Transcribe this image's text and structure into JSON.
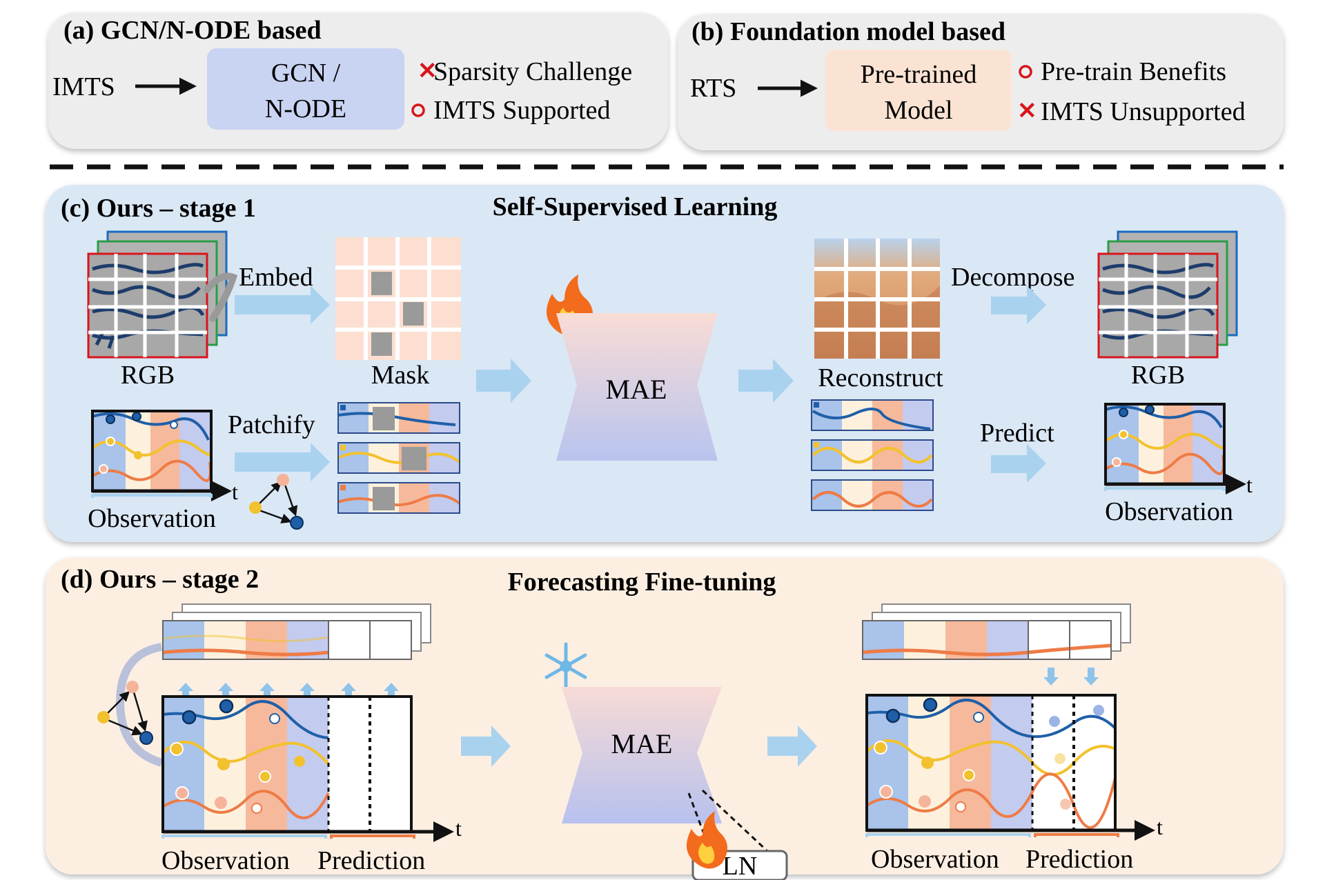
{
  "panel_a": {
    "title": "(a) GCN/N-ODE based",
    "input": "IMTS",
    "model_line1": "GCN /",
    "model_line2": "N-ODE",
    "point1": "Sparsity Challenge",
    "point2": "IMTS Supported"
  },
  "panel_b": {
    "title": "(b) Foundation model based",
    "input": "RTS",
    "model_line1": "Pre-trained",
    "model_line2": "Model",
    "point1": "Pre-train Benefits",
    "point2": "IMTS Unsupported"
  },
  "panel_c": {
    "title": "(c) Ours – stage 1",
    "heading": "Self-Supervised Learning",
    "rgb_in": "RGB",
    "embed": "Embed",
    "mask": "Mask",
    "mae": "MAE",
    "reconstruct": "Reconstruct",
    "decompose": "Decompose",
    "rgb_out": "RGB",
    "patchify": "Patchify",
    "predict": "Predict",
    "t_in": "t",
    "t_out": "t",
    "observation_in": "Observation",
    "observation_out": "Observation"
  },
  "panel_d": {
    "title": "(d) Ours – stage 2",
    "heading": "Forecasting Fine-tuning",
    "mae": "MAE",
    "ln": "LN",
    "t_in": "t",
    "t_out": "t",
    "observation_in": "Observation",
    "prediction_in": "Prediction",
    "observation_out": "Observation",
    "prediction_out": "Prediction"
  },
  "colors": {
    "gray_panel": "#eeeeee",
    "blue_panel": "#dbe8f5",
    "orange_panel": "#fcefe2",
    "series_blue": "#1f5fa8",
    "series_yellow": "#f2c12e",
    "series_orange": "#ee7b46",
    "arrow_light": "#a9d2ee",
    "cross_red": "#d9141b"
  }
}
